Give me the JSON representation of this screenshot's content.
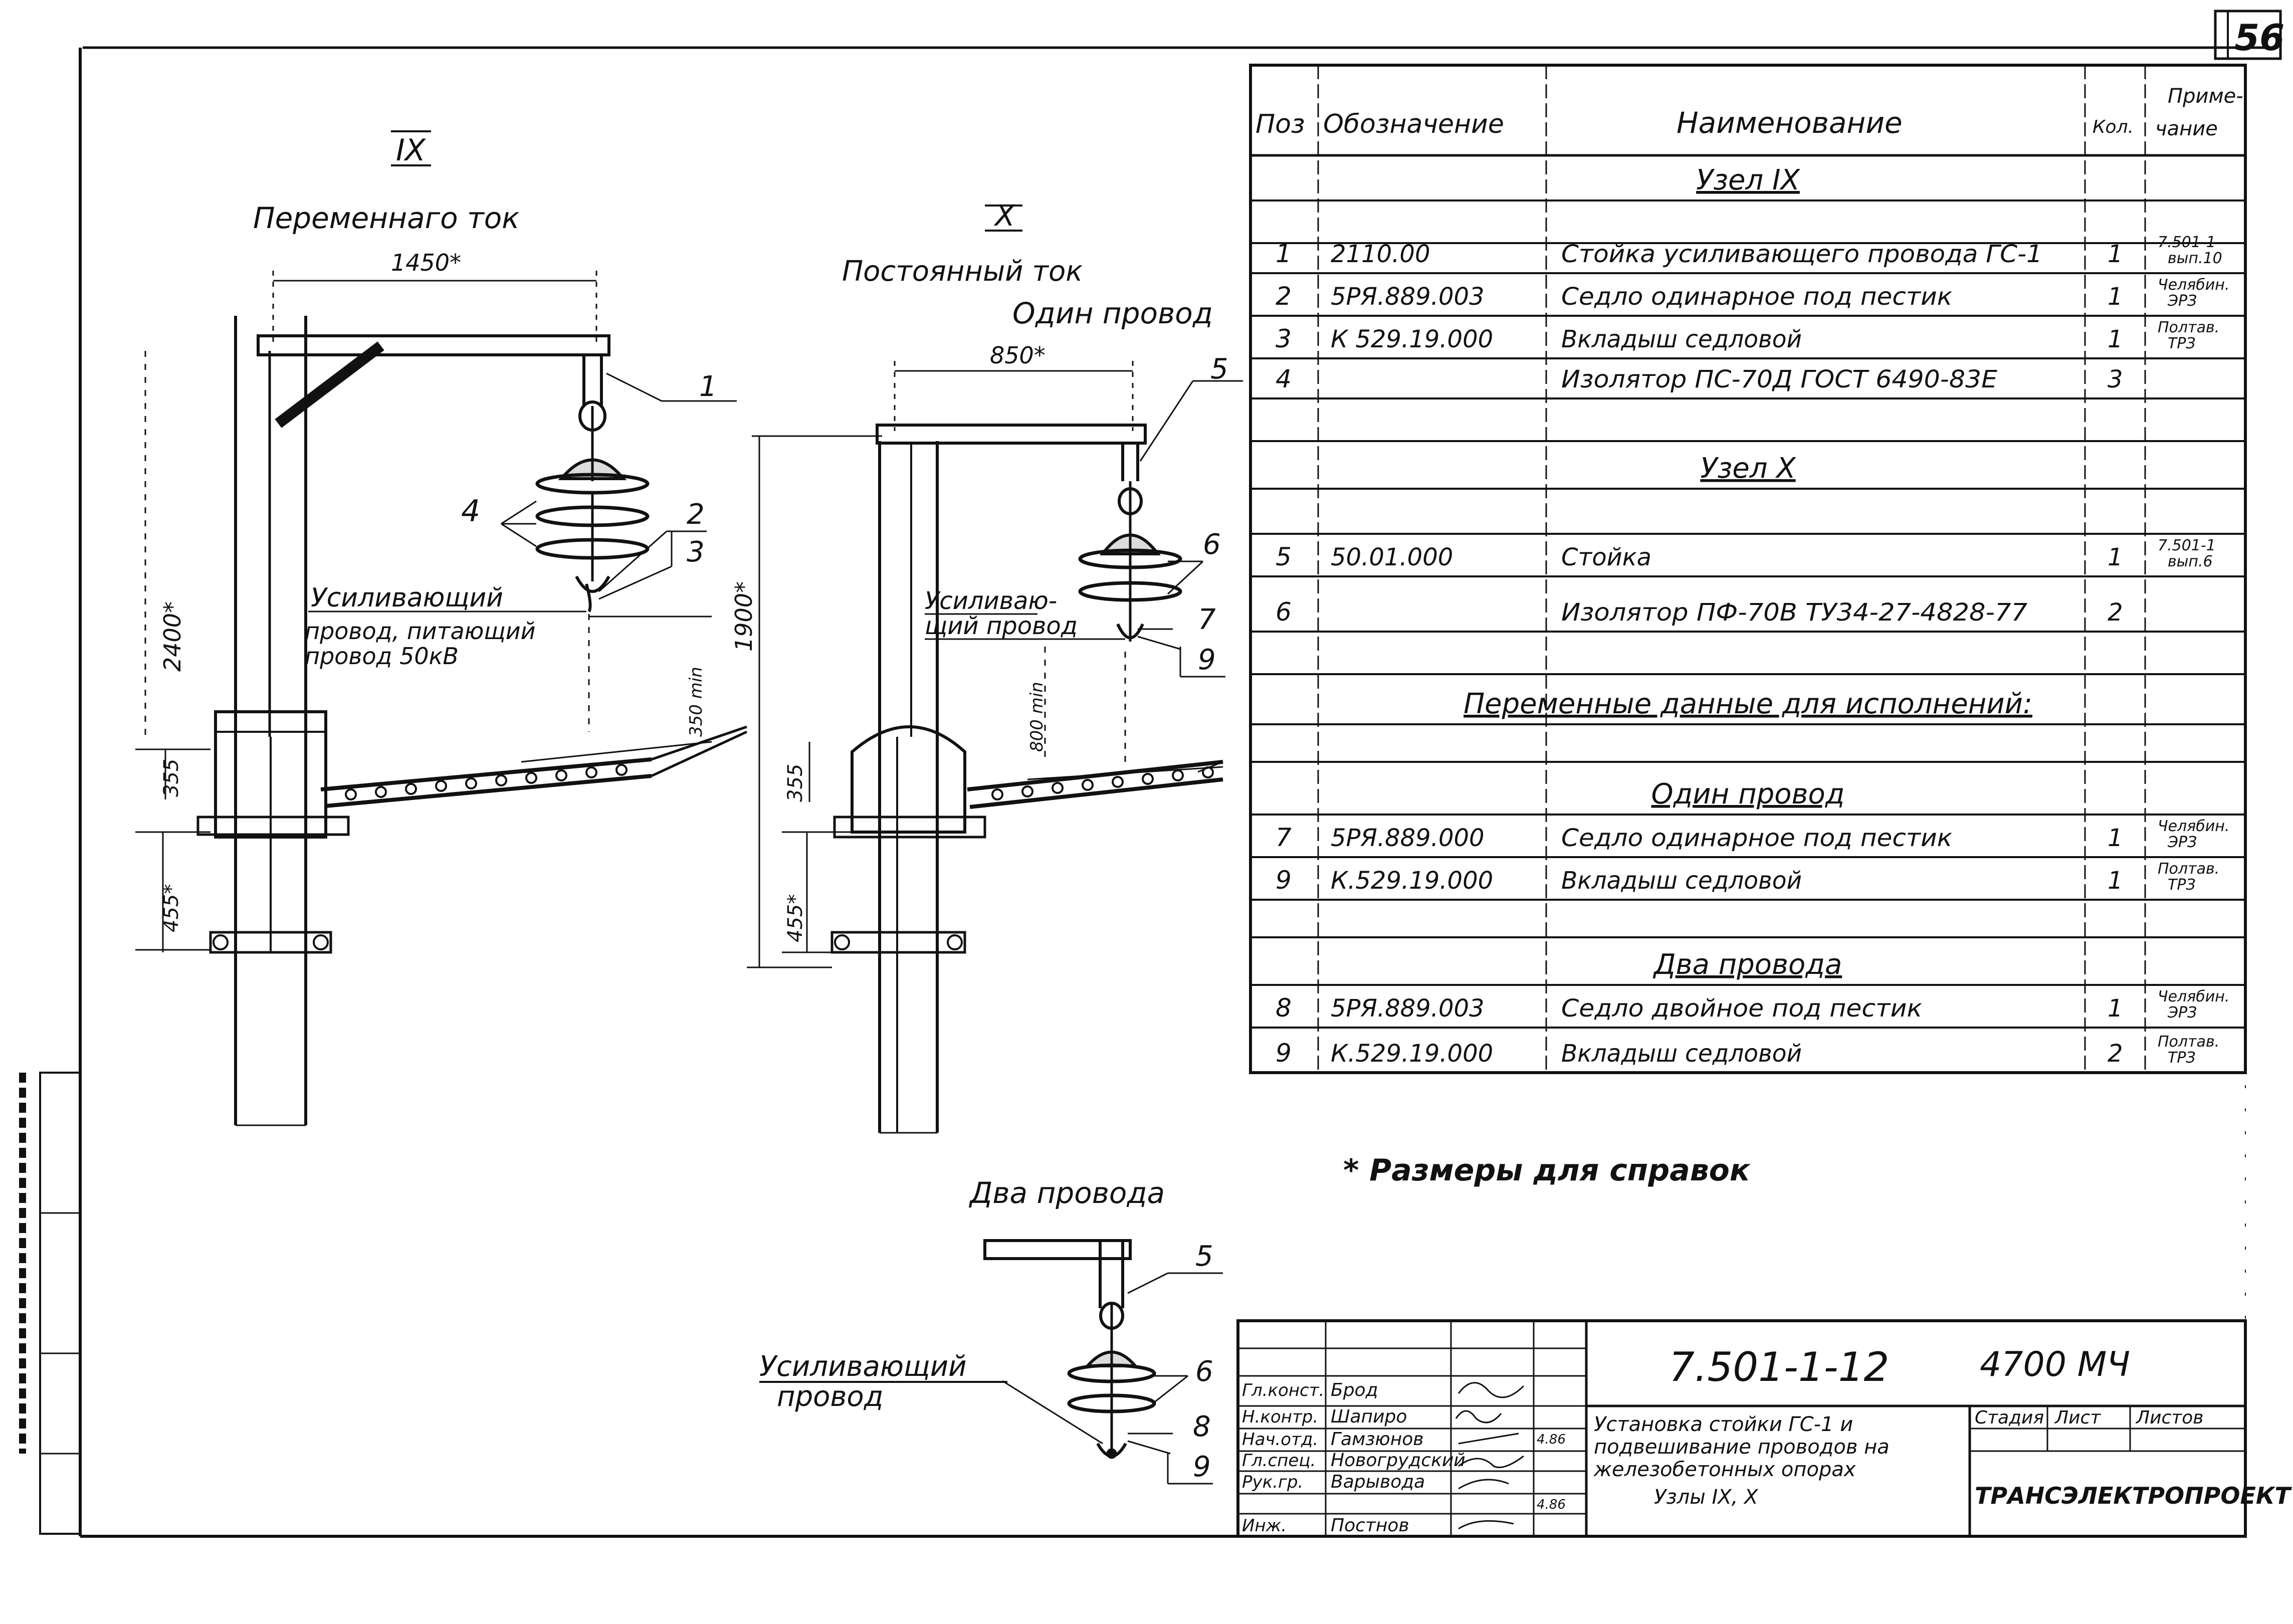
{
  "sheet_number": "56",
  "left_view": {
    "roman": "IX",
    "caption": "Переменнаго ток",
    "dim_top": "1450*",
    "dim_height": "2400*",
    "dim_clearance": "350 min",
    "dim_band": "355",
    "dim_lower": "455*",
    "wire_label": [
      "Усиливающий",
      "провод, питающий",
      "провод 50кВ"
    ],
    "callouts": [
      "1",
      "2",
      "3",
      "4"
    ]
  },
  "right_view": {
    "roman": "X",
    "caption": "Постоянный ток",
    "subcaption": "Один провод",
    "dim_top": "850*",
    "dim_height": "1900*",
    "dim_clearance": "800 min",
    "dim_band": "355",
    "dim_lower": "455*",
    "wire_label": [
      "Усиливаю-",
      "щий провод"
    ],
    "callouts": [
      "5",
      "6",
      "7",
      "9"
    ]
  },
  "detail_view": {
    "caption": "Два провода",
    "wire_label": [
      "Усиливающий",
      "провод"
    ],
    "callouts": [
      "5",
      "6",
      "8",
      "9"
    ]
  },
  "footnote": "* Размеры для справок",
  "spec_table": {
    "headers": [
      "Поз",
      "Обозначение",
      "Наименование",
      "Кол.",
      "Приме-чание"
    ],
    "rows": [
      {
        "type": "section",
        "text": "Узел IX"
      },
      {
        "type": "blank"
      },
      {
        "type": "item",
        "pos": "1",
        "code": "2110.00",
        "name": "Стойка усиливающего провода ГС-1",
        "qty": "1",
        "note": "7.501-1 вып.10"
      },
      {
        "type": "item",
        "pos": "2",
        "code": "5РЯ.889.003",
        "name": "Седло одинарное под пестик",
        "qty": "1",
        "note": "Челябин. ЭРЗ"
      },
      {
        "type": "item",
        "pos": "3",
        "code": "К 529.19.000",
        "name": "Вкладыш седловой",
        "qty": "1",
        "note": "Полтав. ТРЗ"
      },
      {
        "type": "item",
        "pos": "4",
        "code": "",
        "name": "Изолятор ПС-70Д ГОСТ 6490-83Е",
        "qty": "3",
        "note": ""
      },
      {
        "type": "blank"
      },
      {
        "type": "section",
        "text": "Узел X"
      },
      {
        "type": "blank"
      },
      {
        "type": "item",
        "pos": "5",
        "code": "50.01.000",
        "name": "Стойка",
        "qty": "1",
        "note": "7.501-1 вып.6"
      },
      {
        "type": "item",
        "pos": "6",
        "code": "",
        "name": "Изолятор ПФ-70В ТУ34-27-4828-77",
        "qty": "2",
        "note": ""
      },
      {
        "type": "blank"
      },
      {
        "type": "section",
        "text": "Переменные данные для исполнений:"
      },
      {
        "type": "blank"
      },
      {
        "type": "section",
        "text": "Один провод"
      },
      {
        "type": "item",
        "pos": "7",
        "code": "5РЯ.889.000",
        "name": "Седло одинарное под пестик",
        "qty": "1",
        "note": "Челябин. ЭРЗ"
      },
      {
        "type": "item",
        "pos": "9",
        "code": "К.529.19.000",
        "name": "Вкладыш седловой",
        "qty": "1",
        "note": "Полтав. ТРЗ"
      },
      {
        "type": "blank"
      },
      {
        "type": "section",
        "text": "Два провода"
      },
      {
        "type": "item",
        "pos": "8",
        "code": "5РЯ.889.003",
        "name": "Седло двойное под пестик",
        "qty": "1",
        "note": "Челябин. ЭРЗ"
      },
      {
        "type": "item",
        "pos": "9",
        "code": "К.529.19.000",
        "name": "Вкладыш седловой",
        "qty": "2",
        "note": "Полтав. ТРЗ"
      }
    ]
  },
  "title_block": {
    "doc_code": "7.501-1-12",
    "sheet_code": "4700 МЧ",
    "title": [
      "Установка стойки ГС-1 и",
      "подвешивание проводов на",
      "железобетонных опорах",
      "Узлы IX, X"
    ],
    "stage_label": "Стадия",
    "sheet_label": "Лист",
    "sheets_label": "Листов",
    "organization": "ТРАНСЭЛЕКТРОПРОЕКТ",
    "roles": [
      {
        "role": "Гл.конст.",
        "name": "Брод"
      },
      {
        "role": "Н.контр.",
        "name": "Шапиро"
      },
      {
        "role": "Нач.отд.",
        "name": "Гамзюнов"
      },
      {
        "role": "Гл.спец.",
        "name": "Новогрудский"
      },
      {
        "role": "Рук.гр.",
        "name": "Варывода"
      },
      {
        "role": "Инж.",
        "name": "Постнов"
      }
    ],
    "dates": [
      "4.86",
      "4.86"
    ]
  }
}
